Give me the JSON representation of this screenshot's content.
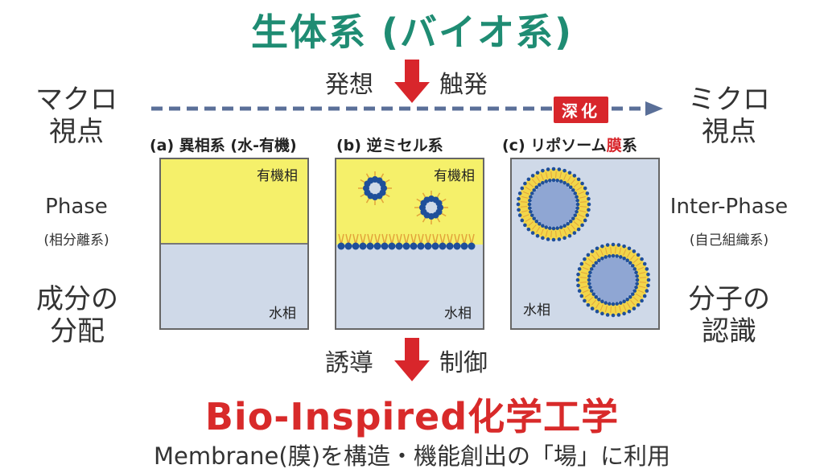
{
  "title_top": "生体系 (バイオ系)",
  "arrow_top": {
    "left": "発想",
    "right": "触発"
  },
  "axis": {
    "left_line1": "マクロ",
    "left_line2": "視点",
    "right_line1": "ミクロ",
    "right_line2": "視点",
    "badge": "深化"
  },
  "panels": [
    {
      "caption": "(a) 異相系 (水-有機)",
      "top_label": "有機相",
      "bottom_label": "水相"
    },
    {
      "caption": "(b) 逆ミセル系",
      "top_label": "有機相",
      "bottom_label": "水相"
    },
    {
      "caption_prefix": "(c) リポソーム",
      "caption_highlight": "膜",
      "caption_suffix": "系",
      "bottom_label": "水相"
    }
  ],
  "left_side": {
    "phase": "Phase",
    "phase_sub": "(相分離系)",
    "role_line1": "成分の",
    "role_line2": "分配"
  },
  "right_side": {
    "phase": "Inter-Phase",
    "phase_sub": "(自己組織系)",
    "role_line1": "分子の",
    "role_line2": "認識"
  },
  "arrow_bottom": {
    "left": "誘導",
    "right": "制御"
  },
  "title_bottom": "Bio-Inspired化学工学",
  "subtitle": "Membrane(膜)を構造・機能創出の「場」に利用",
  "colors": {
    "green": "#1f8c73",
    "red": "#d82a2a",
    "water": "#cfd9e8",
    "organic": "#f5f06a",
    "head": "#1f4f9a",
    "tail": "#e2a33a"
  }
}
